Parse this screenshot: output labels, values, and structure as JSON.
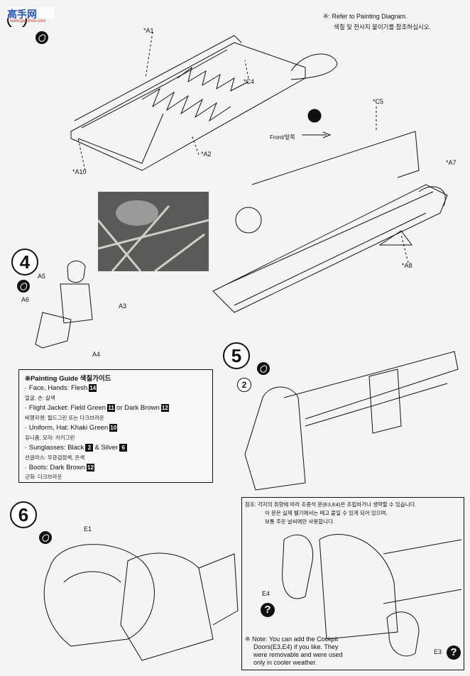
{
  "logo": {
    "text": "高手网",
    "sub": "www.gaoshou.com"
  },
  "header_note": {
    "line1": "※: Refer to Painting Diagram.",
    "line2": "색칠 및 전사지 붙이기를 참조하십시오."
  },
  "step3_labels": {
    "a1": "*A1",
    "c4": "*C4",
    "a2": "*A2",
    "a10": "*A10"
  },
  "step_main_labels": {
    "c5": "*C5",
    "a7": "*A7",
    "a8": "*A8",
    "front": "Front/앞쪽"
  },
  "steps": {
    "s4": "4",
    "s5": "5",
    "s6": "6"
  },
  "figure_labels": {
    "a5": "A5",
    "a6": "A6",
    "a3": "A3",
    "a4": "A4"
  },
  "step5_labels": {
    "part2": "2"
  },
  "step6_labels": {
    "e1": "E1",
    "e4": "E4",
    "e3": "E3"
  },
  "painting_guide": {
    "title": "※Painting Guide 색칠가이드",
    "rows": [
      {
        "en": "· Face, Hands: Flesh",
        "codes": [
          "14"
        ],
        "ko": "얼굴, 손: 살색"
      },
      {
        "en": "· Flight Jacket: Field Green",
        "codes": [
          "11"
        ],
        "mid": "or Dark Brown",
        "codes2": [
          "12"
        ],
        "ko": "비행자켓: 필드그린 또는 다크브라운"
      },
      {
        "en": "· Uniform, Hat: Khaki Green",
        "codes": [
          "10"
        ],
        "ko": "유니폼, 모자: 카키그린"
      },
      {
        "en": "· Sunglasses: Black",
        "codes": [
          "2"
        ],
        "mid": "& Silver",
        "codes2": [
          "6"
        ],
        "ko": "선글라스: 무광검정색, 은색"
      },
      {
        "en": "· Boots: Dark Brown",
        "codes": [
          "12"
        ],
        "ko": "군화: 다크브라운"
      }
    ]
  },
  "note_box": {
    "ko1": "참조: 각자의 취향에 따라 조종석 문(E3,E4)은 조립하거나 생략할 수 있습니다.",
    "ko2": "이 문은 실제 웰기에서는 떼고 붙일 수 있게 되어 있으며,",
    "ko3": "보통 추운 날씨에만 사용합니다.",
    "en1": "※ Note: You can add the Cockpit",
    "en2": "Doors(E3,E4) if you like. They",
    "en3": "were removable and were used",
    "en4": "only in cooler weather."
  },
  "icons": {
    "glue": "glue-icon",
    "question": "optional-part-icon"
  }
}
